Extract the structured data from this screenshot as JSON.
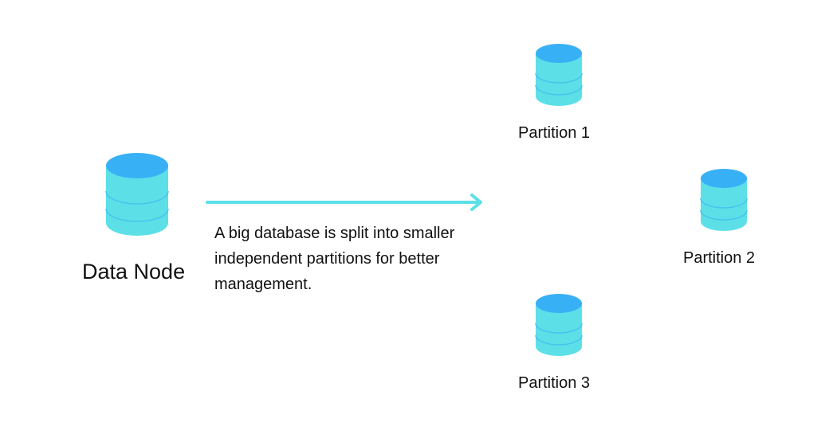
{
  "colors": {
    "cylinder_top": "#38b0f6",
    "cylinder_body": "#5ddfe8",
    "cylinder_band": "#48c4ec",
    "arrow": "#5ddfe8",
    "text": "#111111"
  },
  "icons": {
    "database": "database-icon",
    "arrow": "arrow-right-icon"
  },
  "data_node": {
    "label": "Data Node"
  },
  "description": {
    "text": "A big database is split into smaller independent partitions for better management."
  },
  "partitions": [
    {
      "label": "Partition 1"
    },
    {
      "label": "Partition 2"
    },
    {
      "label": "Partition 3"
    }
  ]
}
